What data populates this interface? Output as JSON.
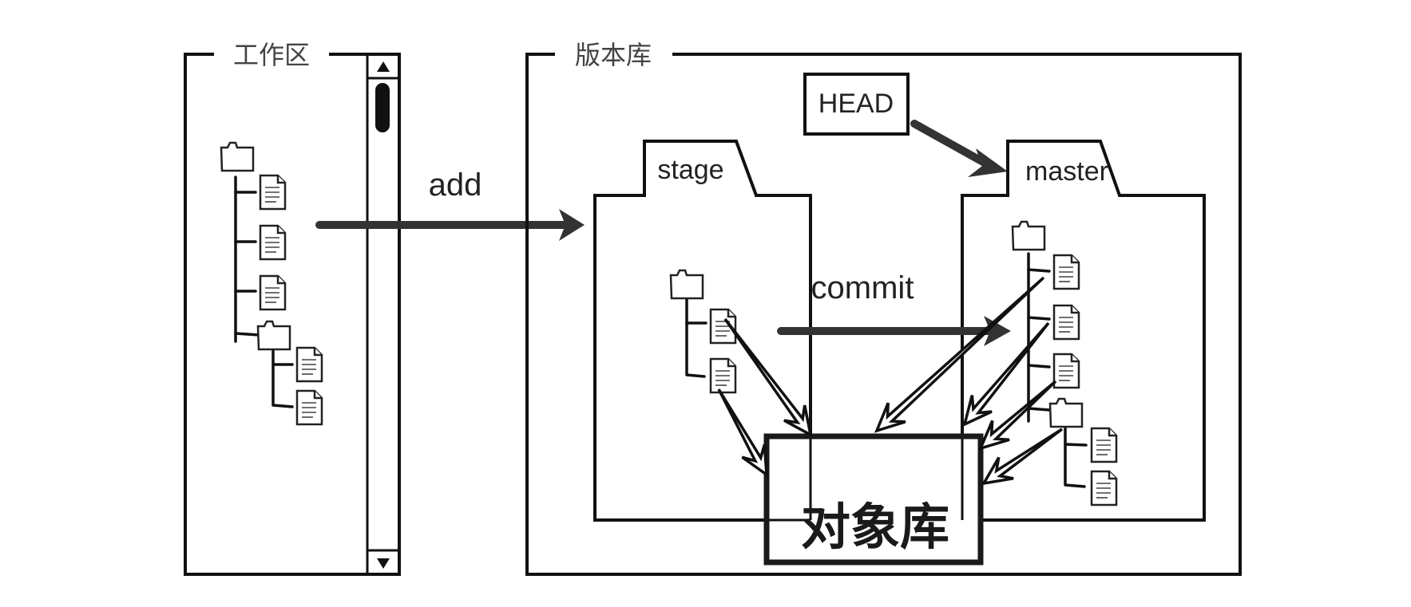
{
  "diagram": {
    "working_directory": {
      "label": "工作区",
      "tree": {
        "root_folder": "folder",
        "files": 3,
        "subfolder": {
          "files": 2
        }
      },
      "scrollbar": {
        "up": "up-arrow-icon",
        "down": "down-arrow-icon"
      }
    },
    "repository": {
      "label": "版本库",
      "head": {
        "label": "HEAD"
      },
      "stage": {
        "label": "stage",
        "tree": {
          "root_folder": "folder",
          "files": 2
        }
      },
      "master": {
        "label": "master",
        "tree": {
          "root_folder": "folder",
          "files": 3,
          "subfolder": {
            "files": 2
          }
        }
      },
      "object_db": {
        "label": "对象库"
      }
    },
    "arrows": {
      "add": {
        "label": "add",
        "from": "working_directory",
        "to": "stage"
      },
      "commit": {
        "label": "commit",
        "from": "stage",
        "to": "master"
      },
      "head_to_master": {
        "from": "HEAD",
        "to": "master"
      },
      "object_refs": {
        "from": [
          "stage files",
          "master files",
          "master subfolder"
        ],
        "to": "对象库"
      }
    }
  }
}
